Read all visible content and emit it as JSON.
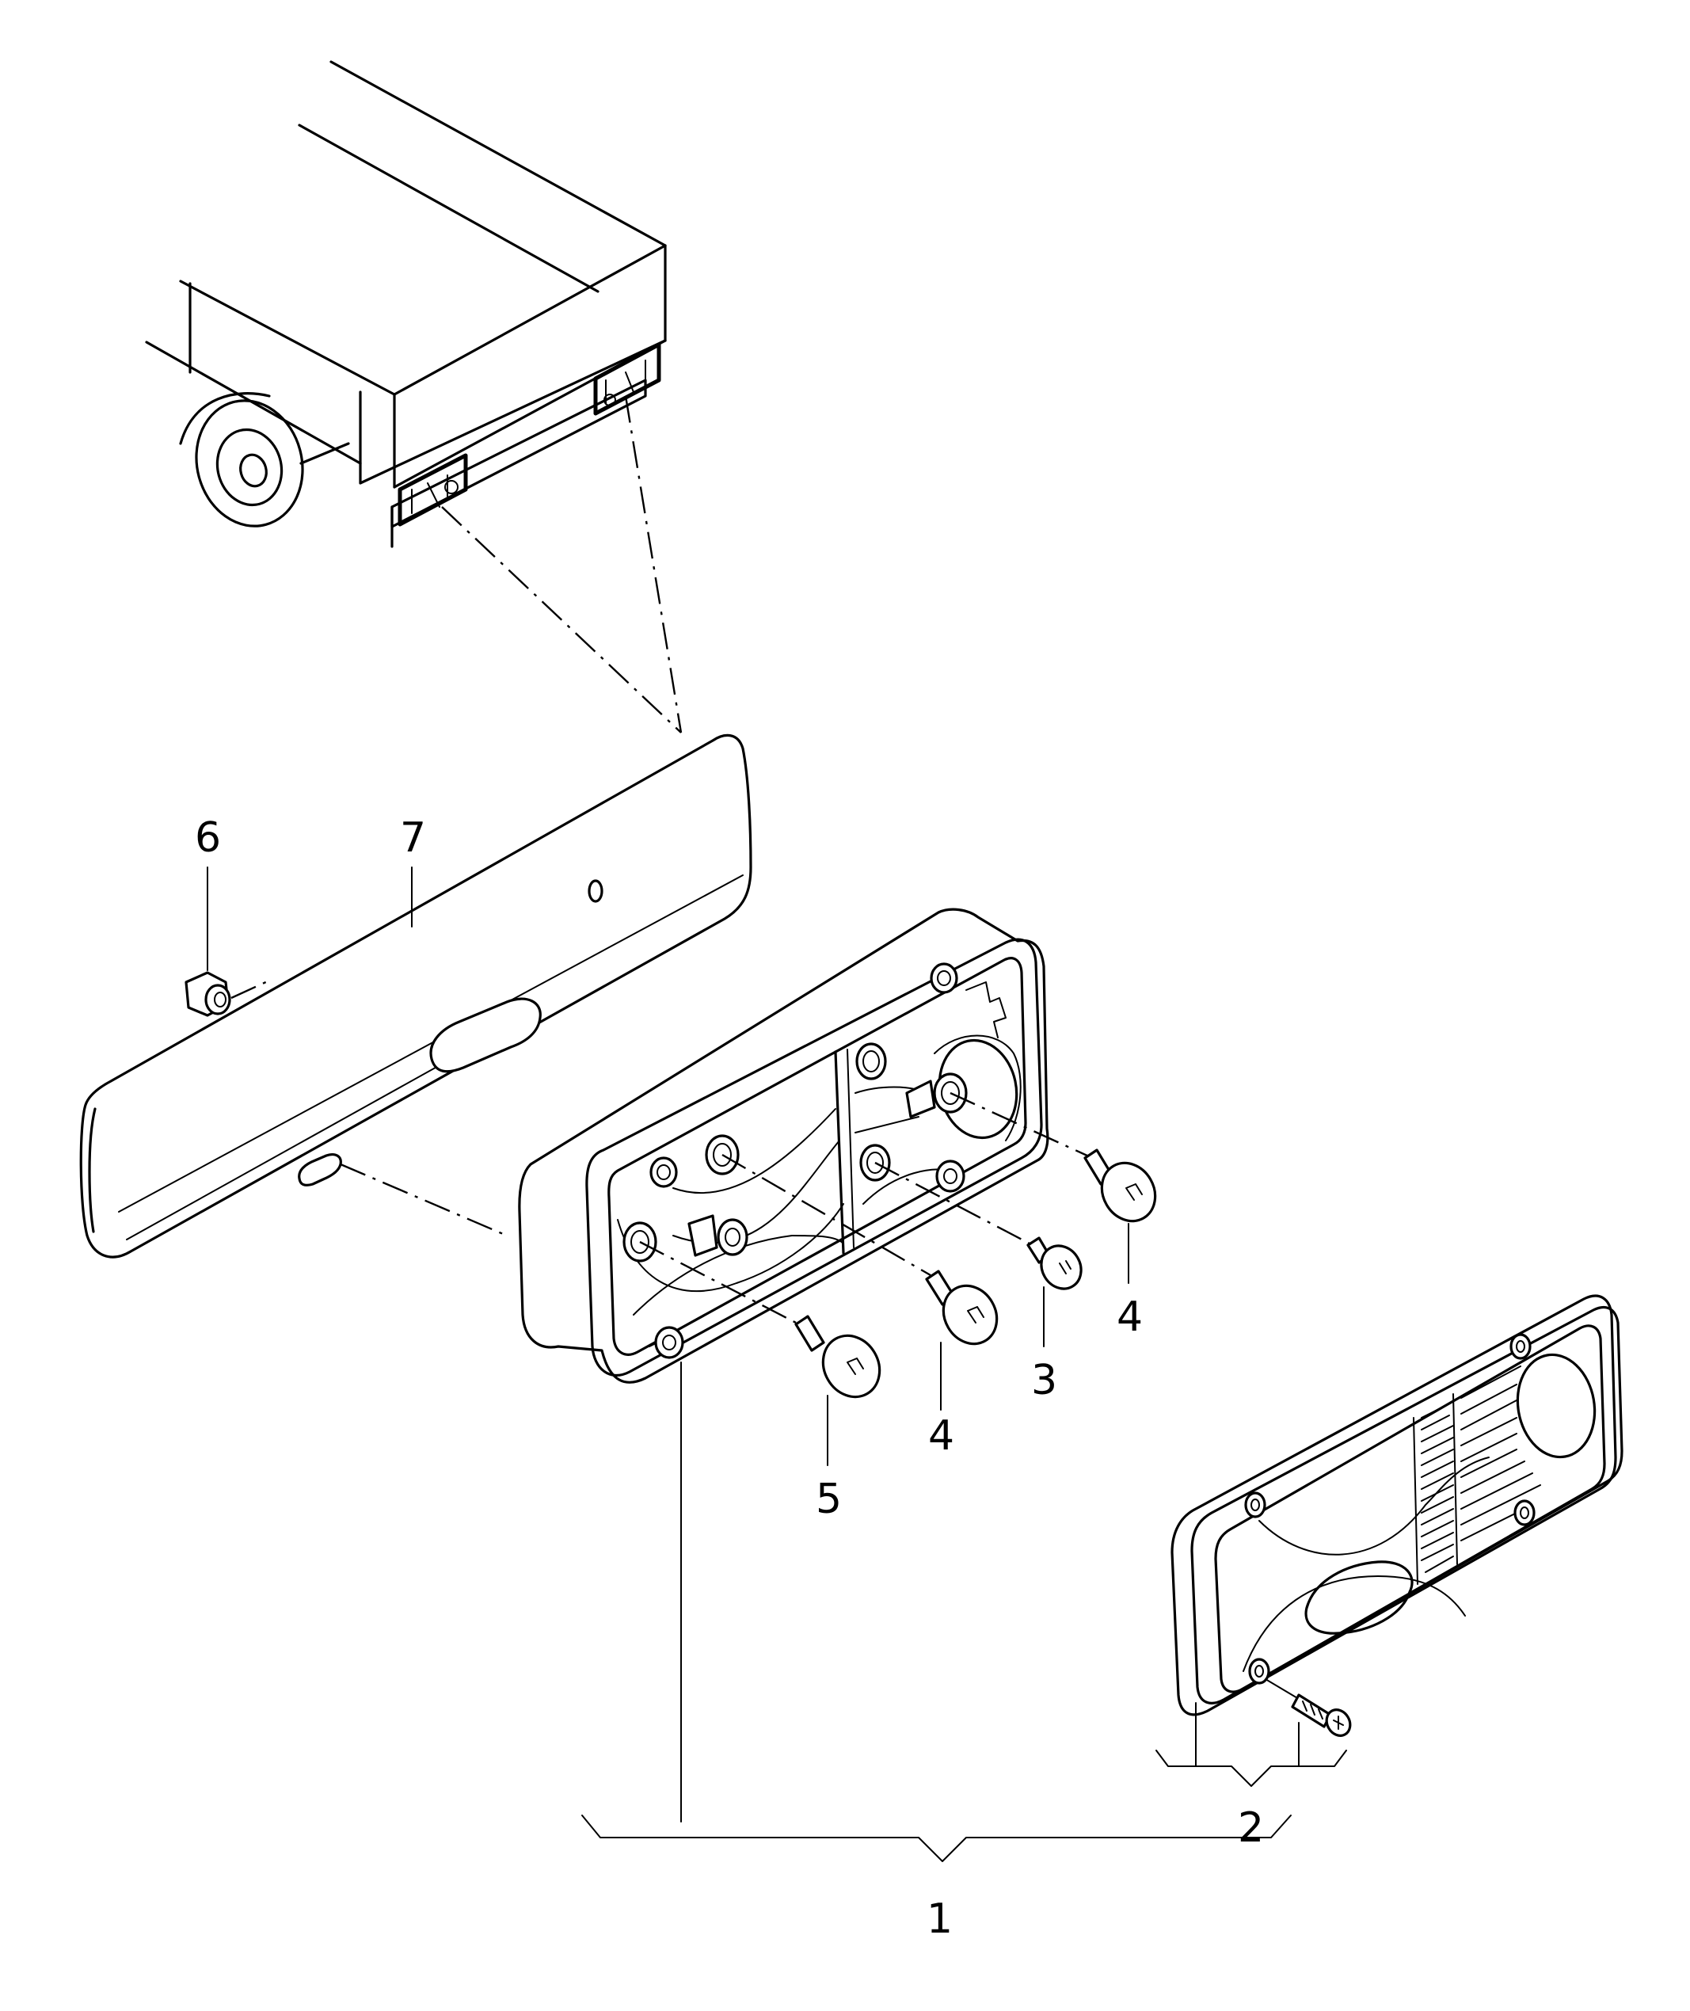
{
  "callouts": [
    {
      "id": "c1",
      "text": "1"
    },
    {
      "id": "c2",
      "text": "2"
    },
    {
      "id": "c3",
      "text": "3"
    },
    {
      "id": "c4a",
      "text": "4"
    },
    {
      "id": "c4b",
      "text": "4"
    },
    {
      "id": "c5",
      "text": "5"
    },
    {
      "id": "c6",
      "text": "6"
    },
    {
      "id": "c7",
      "text": "7"
    }
  ]
}
